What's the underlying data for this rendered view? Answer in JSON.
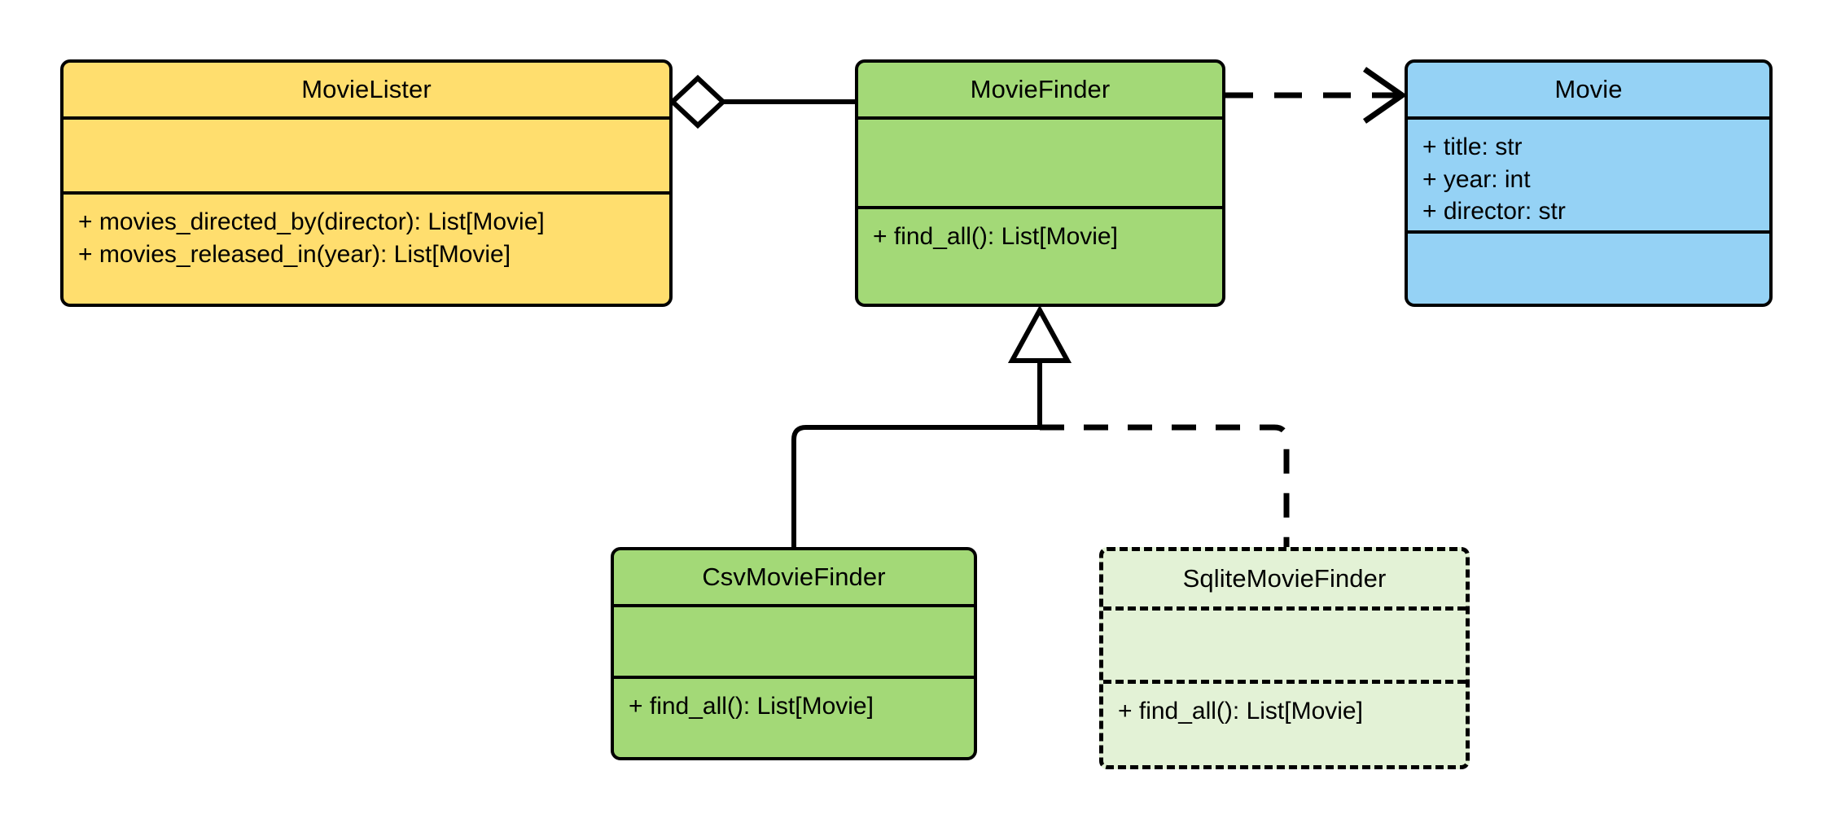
{
  "diagram": {
    "type": "uml-class-diagram",
    "title": "MovieLister dependency injection class diagram",
    "background": "#ffffff",
    "line_color": "#000000"
  },
  "palette": {
    "yellow": "#FFDE6E",
    "green": "#A3D977",
    "blue": "#95D2F5",
    "pale_green": "#E3F2D6",
    "stroke": "#000000"
  },
  "classes": [
    {
      "id": "MovieLister",
      "name": "MovieLister",
      "fill": "#FFDE6E",
      "border": "solid",
      "attributes": [],
      "operations": [
        "+ movies_directed_by(director): List[Movie]",
        "+ movies_released_in(year): List[Movie]"
      ]
    },
    {
      "id": "MovieFinder",
      "name": "MovieFinder",
      "fill": "#A3D977",
      "border": "solid",
      "attributes": [],
      "operations": [
        "+ find_all(): List[Movie]"
      ]
    },
    {
      "id": "Movie",
      "name": "Movie",
      "fill": "#95D2F5",
      "border": "solid",
      "attributes": [
        "+ title: str",
        "+ year: int",
        "+ director: str"
      ],
      "operations": []
    },
    {
      "id": "CsvMovieFinder",
      "name": "CsvMovieFinder",
      "fill": "#A3D977",
      "border": "solid",
      "attributes": [],
      "operations": [
        "+ find_all(): List[Movie]"
      ]
    },
    {
      "id": "SqliteMovieFinder",
      "name": "SqliteMovieFinder",
      "fill": "#E3F2D6",
      "border": "dashed",
      "attributes": [],
      "operations": [
        "+ find_all(): List[Movie]"
      ]
    }
  ],
  "relationships": [
    {
      "id": "aggregation-movielister-moviefinder",
      "type": "aggregation",
      "from": "MovieLister",
      "to": "MovieFinder",
      "line": "solid",
      "source_decoration": "hollow-diamond",
      "target_decoration": "none"
    },
    {
      "id": "dependency-moviefinder-movie",
      "type": "dependency",
      "from": "MovieFinder",
      "to": "Movie",
      "line": "dashed",
      "source_decoration": "none",
      "target_decoration": "open-arrow"
    },
    {
      "id": "generalization-csvmoviefinder-moviefinder",
      "type": "generalization",
      "from": "CsvMovieFinder",
      "to": "MovieFinder",
      "line": "solid",
      "source_decoration": "none",
      "target_decoration": "hollow-triangle"
    },
    {
      "id": "realization-sqlitemoviefinder-moviefinder",
      "type": "realization",
      "from": "SqliteMovieFinder",
      "to": "MovieFinder",
      "line": "dashed",
      "source_decoration": "none",
      "target_decoration": "hollow-triangle"
    }
  ]
}
